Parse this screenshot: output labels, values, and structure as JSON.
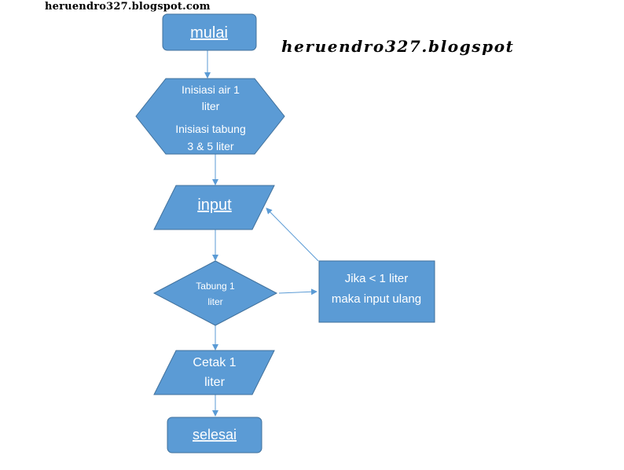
{
  "watermark": {
    "small": "heruendro327.blogspot.com",
    "large": "heruendro327.blogspot"
  },
  "nodes": {
    "start": "mulai",
    "init_line1": "Inisiasi air 1",
    "init_line2": "liter",
    "init_line3": "Inisiasi tabung",
    "init_line4": "3 & 5 liter",
    "input": "input",
    "decision_line1": "Tabung 1",
    "decision_line2": "liter",
    "loop_line1": "Jika < 1 liter",
    "loop_line2": "maka input ulang",
    "print_line1": "Cetak 1",
    "print_line2": "liter",
    "end": "selesai"
  },
  "colors": {
    "fill": "#5b9bd5",
    "stroke": "#41719c",
    "text": "#ffffff",
    "squiggle": "#d9262f"
  }
}
